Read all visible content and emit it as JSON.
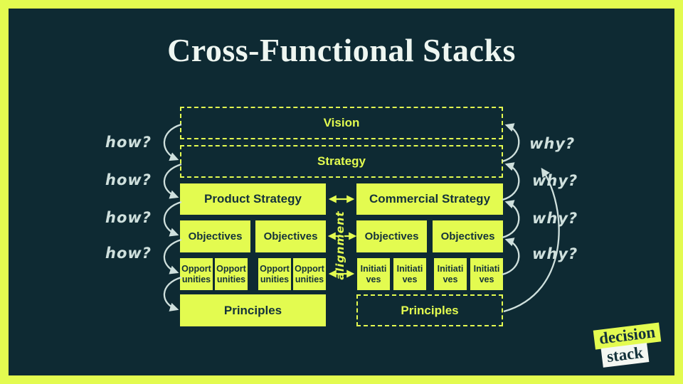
{
  "title": "Cross-Functional Stacks",
  "colors": {
    "frame": "#e3fb50",
    "background": "#0e2a33",
    "accent": "#e3fb50",
    "box_text": "#14323b",
    "title_text": "#eef6f1",
    "annotation": "#cfe0dd",
    "logo_stack_bg": "#f4f7f2"
  },
  "stack": {
    "vision_label": "Vision",
    "strategy_label": "Strategy",
    "product": {
      "strategy": "Product Strategy",
      "objectives": [
        "Objectives",
        "Objectives"
      ],
      "opportunities": {
        "line1": "Opport",
        "line2": "unities"
      },
      "principles": "Principles"
    },
    "commercial": {
      "strategy": "Commercial Strategy",
      "objectives": [
        "Objectives",
        "Objectives"
      ],
      "initiatives": {
        "line1": "Initiati",
        "line2": "ves"
      },
      "principles": "Principles"
    },
    "alignment_label": "alignment"
  },
  "annotations": {
    "left": [
      "how?",
      "how?",
      "how?",
      "how?"
    ],
    "right": [
      "why?",
      "why?",
      "why?",
      "why?"
    ]
  },
  "logo": {
    "word1": "decision",
    "word2": "stack"
  }
}
